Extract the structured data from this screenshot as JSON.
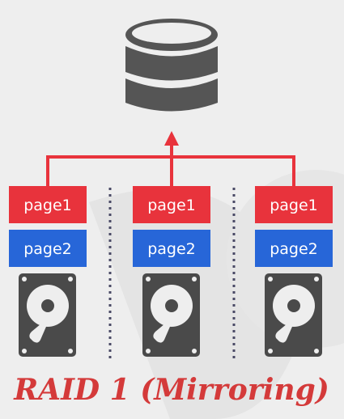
{
  "diagram": {
    "caption": "RAID 1 (Mirroring)",
    "database_icon": "database-cylinder-icon",
    "disk_icon": "hard-drive-icon",
    "connector_color": "#e8333c",
    "divider_color": "#4a4a66",
    "disks": [
      {
        "pages": [
          {
            "label": "page1",
            "color": "#e8333c"
          },
          {
            "label": "page2",
            "color": "#2766d8"
          }
        ]
      },
      {
        "pages": [
          {
            "label": "page1",
            "color": "#e8333c"
          },
          {
            "label": "page2",
            "color": "#2766d8"
          }
        ]
      },
      {
        "pages": [
          {
            "label": "page1",
            "color": "#e8333c"
          },
          {
            "label": "page2",
            "color": "#2766d8"
          }
        ]
      }
    ]
  }
}
